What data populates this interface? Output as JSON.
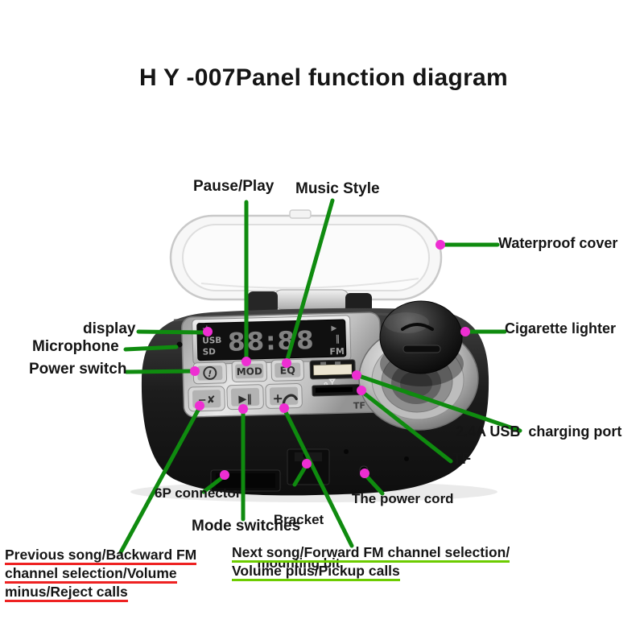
{
  "title": "H Y -007Panel function diagram",
  "callouts": {
    "pause_play": "Pause/Play",
    "music_style": "Music Style",
    "waterproof_cover": "Waterproof cover",
    "display": "display",
    "microphone": "Microphone",
    "power_switch": "Power switch",
    "cigarette_lighter": "Cigarette lighter",
    "usb_charging_port": "2.4A USB  charging port",
    "tf": "TF",
    "six_p_connector": "6P connector",
    "bracket_line1": "Bracket",
    "bracket_line2": "mounting bit",
    "power_cord": "The power cord",
    "mode_switches": "Mode switches",
    "previous_line1": "Previous song/Backward FM",
    "previous_line2": "channel selection/Volume",
    "previous_line3": "minus/Reject calls",
    "next_line1": "Next song/Forward FM channel selection/",
    "next_line2": "Volume plus/Pickup calls"
  },
  "device": {
    "lcd": {
      "usb": "USB",
      "sd": "SD",
      "fm": "FM",
      "digits": "88:88",
      "play_glyph": "▶",
      "pause_glyph": "‖"
    },
    "buttons": {
      "power_glyph": "!",
      "mod": "MOD",
      "eq": "EQ",
      "prev_glyph": "−✘",
      "play_pause_glyph": "▶‖",
      "next_plus_glyph": "+"
    },
    "tf_etched": "TF"
  },
  "colors": {
    "connector_green": "#0f8b0f",
    "dot_magenta": "#ee2ed2",
    "underline_red": "#ee2222",
    "underline_green": "#6ccc00"
  }
}
